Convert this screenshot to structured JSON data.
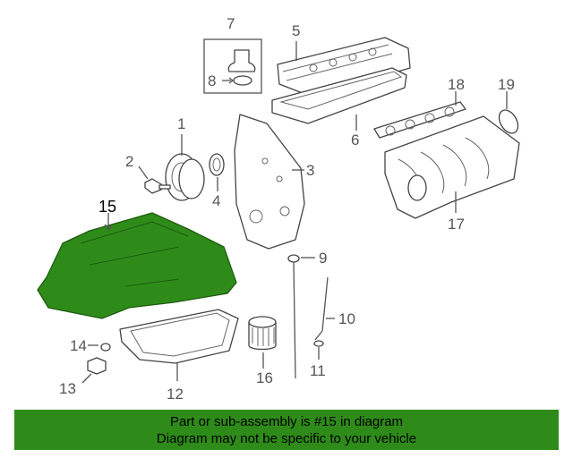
{
  "callouts": [
    {
      "id": "1",
      "text": "1"
    },
    {
      "id": "2",
      "text": "2"
    },
    {
      "id": "3",
      "text": "3"
    },
    {
      "id": "4",
      "text": "4"
    },
    {
      "id": "5",
      "text": "5"
    },
    {
      "id": "6",
      "text": "6"
    },
    {
      "id": "7",
      "text": "7"
    },
    {
      "id": "8",
      "text": "8"
    },
    {
      "id": "9",
      "text": "9"
    },
    {
      "id": "10",
      "text": "10"
    },
    {
      "id": "11",
      "text": "11"
    },
    {
      "id": "12",
      "text": "12"
    },
    {
      "id": "13",
      "text": "13"
    },
    {
      "id": "14",
      "text": "14"
    },
    {
      "id": "15",
      "text": "15"
    },
    {
      "id": "16",
      "text": "16"
    },
    {
      "id": "17",
      "text": "17"
    },
    {
      "id": "18",
      "text": "18"
    },
    {
      "id": "19",
      "text": "19"
    }
  ],
  "highlighted_part": "15",
  "colors": {
    "highlight": "#2e8b19",
    "banner": "#2e8b19",
    "line": "#444444"
  },
  "banner": {
    "line1": "Part or sub-assembly is #15 in diagram",
    "line2": "Diagram may not be specific to your vehicle"
  }
}
